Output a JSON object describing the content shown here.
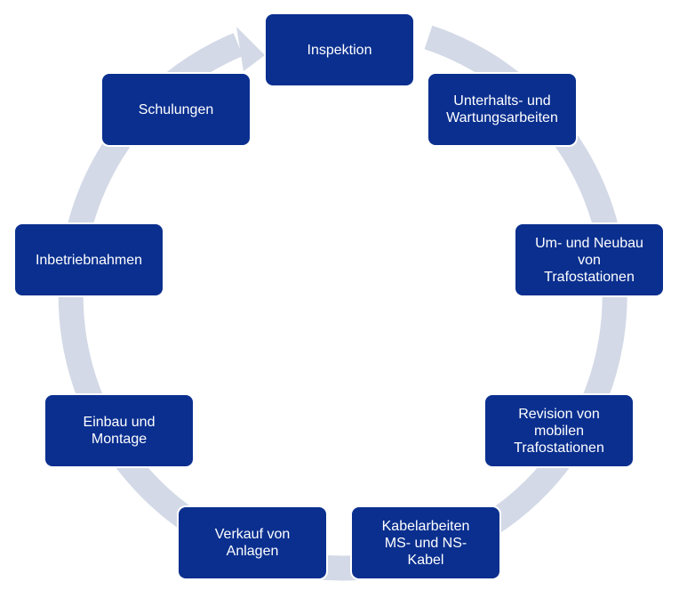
{
  "diagram": {
    "type": "cycle",
    "colors": {
      "node_fill": "#0a2f8f",
      "node_text": "#ffffff",
      "arrow": "#d3d9e6"
    },
    "nodes": [
      {
        "label": "Inspektion"
      },
      {
        "label": "Unterhalts- und\nWartungsarbeiten"
      },
      {
        "label": "Um- und Neubau\nvon\nTrafostationen"
      },
      {
        "label": "Revision von\nmobilen\nTrafostationen"
      },
      {
        "label": "Kabelarbeiten\nMS- und NS-\nKabel"
      },
      {
        "label": "Verkauf von\nAnlagen"
      },
      {
        "label": "Einbau und\nMontage"
      },
      {
        "label": "Inbetriebnahmen"
      },
      {
        "label": "Schulungen"
      }
    ]
  }
}
